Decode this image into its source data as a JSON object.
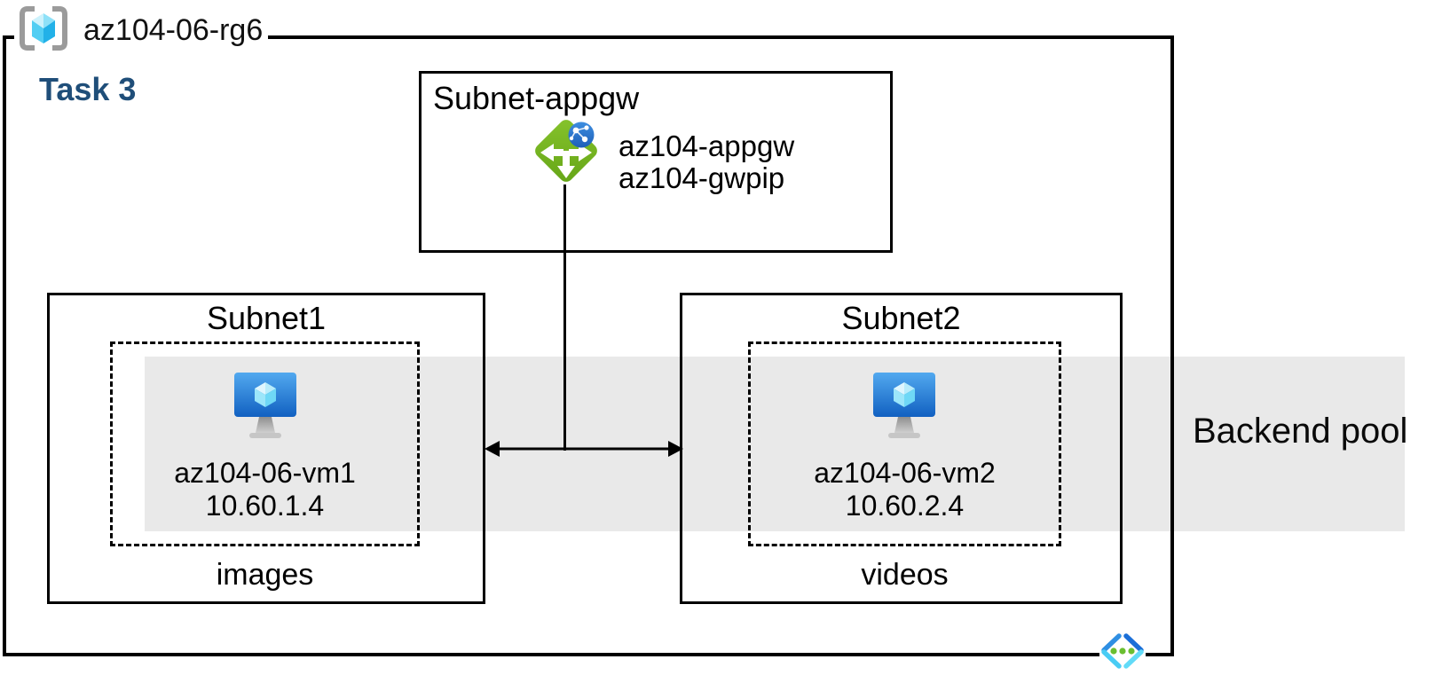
{
  "resource_group": {
    "name": "az104-06-rg6",
    "icon": "resource-group-icon"
  },
  "task_label": "Task 3",
  "appgw_subnet": {
    "label": "Subnet-appgw",
    "appliance": {
      "icon": "application-gateway-icon",
      "name": "az104-appgw",
      "public_ip_name": "az104-gwpip"
    }
  },
  "subnet1": {
    "label": "Subnet1",
    "vm": {
      "icon": "virtual-machine-icon",
      "name": "az104-06-vm1",
      "ip": "10.60.1.4"
    },
    "caption": "images"
  },
  "subnet2": {
    "label": "Subnet2",
    "vm": {
      "icon": "virtual-machine-icon",
      "name": "az104-06-vm2",
      "ip": "10.60.2.4"
    },
    "caption": "videos"
  },
  "backend_pool": {
    "label": "Backend pool"
  },
  "connectors": {
    "gateway_to_subnets": "vertical line from application gateway to double-headed arrow",
    "subnet1_subnet2_arrow": "double-headed horizontal arrow between Subnet1 and Subnet2"
  },
  "colors": {
    "backend_band": "#e9e9e9",
    "task_text": "#1f4e79",
    "border": "#000000",
    "appgw_green": "#76b71f",
    "vm_monitor_blue_top": "#52a9ef",
    "vm_monitor_blue_bottom": "#1160c1",
    "cube_cyan": "#52cef3",
    "vnet_chevron_blue": "#2f8fe3",
    "vnet_chevron_cyan": "#49ccf4",
    "vnet_dot_green": "#6abe30",
    "rg_bracket_gray": "#9b9b9b"
  }
}
